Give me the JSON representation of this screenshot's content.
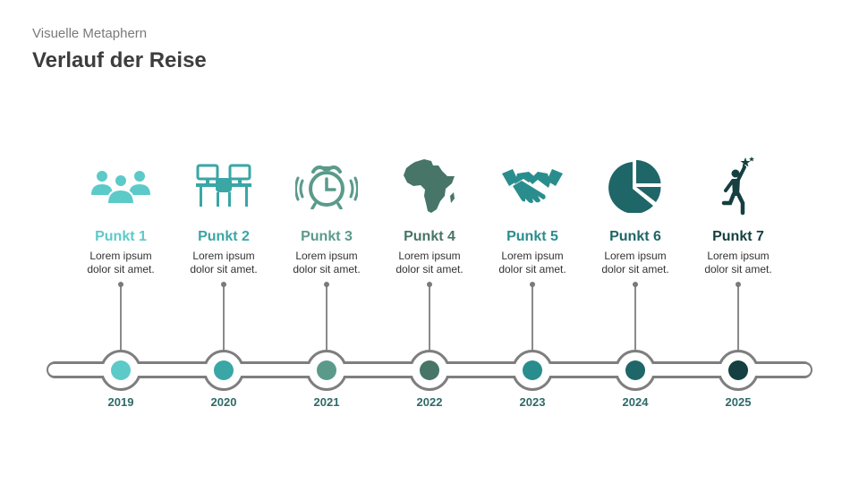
{
  "header": {
    "subtitle": "Visuelle Metaphern",
    "title": "Verlauf der Reise"
  },
  "colors": {
    "track": "#7e7e7e",
    "year_text": "#2e6a6a"
  },
  "points": [
    {
      "title": "Punkt 1",
      "desc1": "Lorem ipsum",
      "desc2": "dolor sit amet.",
      "year": "2019",
      "color": "#5ccac9",
      "icon": "people-group-icon"
    },
    {
      "title": "Punkt 2",
      "desc1": "Lorem ipsum",
      "desc2": "dolor sit amet.",
      "year": "2020",
      "color": "#3aa6a6",
      "icon": "office-desks-icon"
    },
    {
      "title": "Punkt 3",
      "desc1": "Lorem ipsum",
      "desc2": "dolor sit amet.",
      "year": "2021",
      "color": "#5b9a8b",
      "icon": "alarm-clock-icon"
    },
    {
      "title": "Punkt 4",
      "desc1": "Lorem ipsum",
      "desc2": "dolor sit amet.",
      "year": "2022",
      "color": "#477567",
      "icon": "africa-map-icon"
    },
    {
      "title": "Punkt 5",
      "desc1": "Lorem ipsum",
      "desc2": "dolor sit amet.",
      "year": "2023",
      "color": "#2a8d8d",
      "icon": "handshake-icon"
    },
    {
      "title": "Punkt 6",
      "desc1": "Lorem ipsum",
      "desc2": "dolor sit amet.",
      "year": "2024",
      "color": "#1f6668",
      "icon": "pie-chart-icon"
    },
    {
      "title": "Punkt 7",
      "desc1": "Lorem ipsum",
      "desc2": "dolor sit amet.",
      "year": "2025",
      "color": "#153f40",
      "icon": "reaching-star-icon"
    }
  ]
}
